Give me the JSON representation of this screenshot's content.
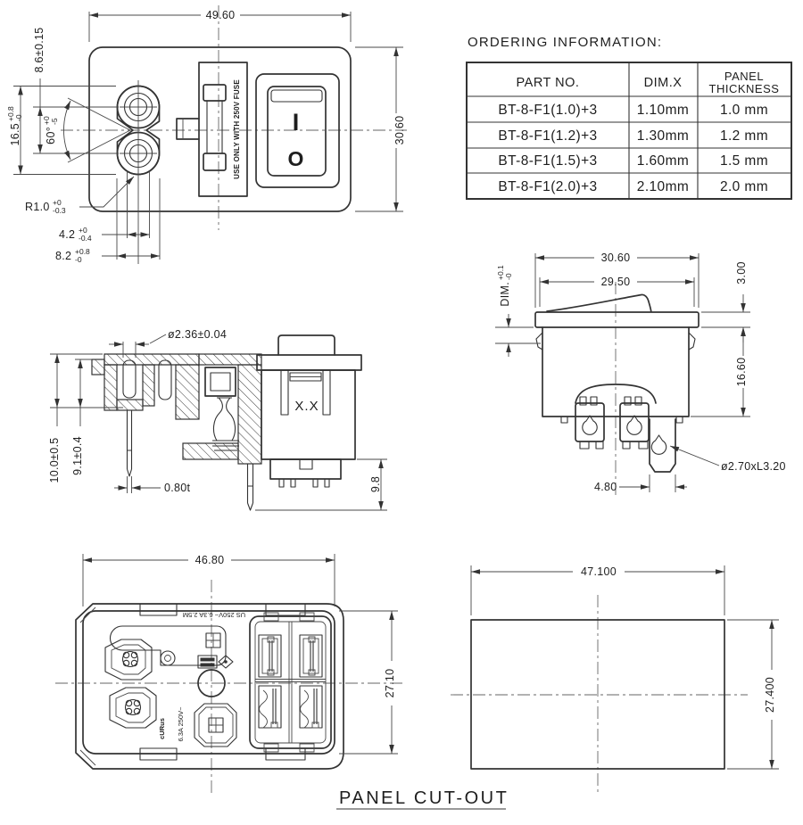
{
  "colors": {
    "line": "#333333",
    "background": "#ffffff"
  },
  "front_view": {
    "dim_width": "49.60",
    "dim_height": "30.60",
    "dim_pin_pitch": "8.6±0.15",
    "dim_pin_span_value": "16.5",
    "dim_pin_span_plus": "+0.8",
    "dim_pin_span_minus": "-0",
    "dim_angle_value": "60°",
    "dim_angle_plus": "+0",
    "dim_angle_minus": "-5",
    "dim_radius_value": "R1.0",
    "dim_radius_plus": "+0",
    "dim_radius_minus": "-0.3",
    "dim_pin_width_value": "4.2",
    "dim_pin_width_plus": "+0",
    "dim_pin_width_minus": "-0.4",
    "dim_pin_outer_value": "8.2",
    "dim_pin_outer_plus": "+0.8",
    "dim_pin_outer_minus": "-0",
    "fuse_warning": "USE ONLY WITH 250V FUSE",
    "rocker_on": "I",
    "rocker_off": "O"
  },
  "ordering_table": {
    "title": "ORDERING INFORMATION:",
    "col_part": "PART NO.",
    "col_dimx": "DIM.X",
    "col_panel_1": "PANEL",
    "col_panel_2": "THICKNESS",
    "rows": [
      {
        "part": "BT-8-F1(1.0)+3",
        "dimx": "1.10mm",
        "panel": "1.0 mm"
      },
      {
        "part": "BT-8-F1(1.2)+3",
        "dimx": "1.30mm",
        "panel": "1.2 mm"
      },
      {
        "part": "BT-8-F1(1.5)+3",
        "dimx": "1.60mm",
        "panel": "1.5 mm"
      },
      {
        "part": "BT-8-F1(2.0)+3",
        "dimx": "2.10mm",
        "panel": "2.0 mm"
      }
    ]
  },
  "section_view": {
    "dim_pin_dia": "ø2.36±0.04",
    "dim_height_total": "10.0±0.5",
    "dim_height_inner": "9.1±0.4",
    "dim_terminal_thickness": "0.80t",
    "dim_pin_length": "9.8",
    "marking": "X.X"
  },
  "switch_view": {
    "dim_width_outer": "30.60",
    "dim_width_inner": "29.50",
    "dim_bezel_height": "3.00",
    "dim_x_label": "DIM.",
    "dim_x_plus": "+0.1",
    "dim_x_minus": "-0",
    "dim_body_depth": "16.60",
    "dim_terminal_offset": "4.80",
    "dim_terminal_size": "ø2.70xL3.20"
  },
  "rear_view": {
    "dim_width": "46.80",
    "dim_height": "27.10",
    "marking_rating_top": "US 250V~ 6.3A 2.5M",
    "marking_rating_side": "6.3A 250V~",
    "marking_cert": "cURus"
  },
  "cutout_view": {
    "dim_width": "47.100",
    "dim_height": "27.400",
    "caption": "PANEL CUT-OUT"
  }
}
